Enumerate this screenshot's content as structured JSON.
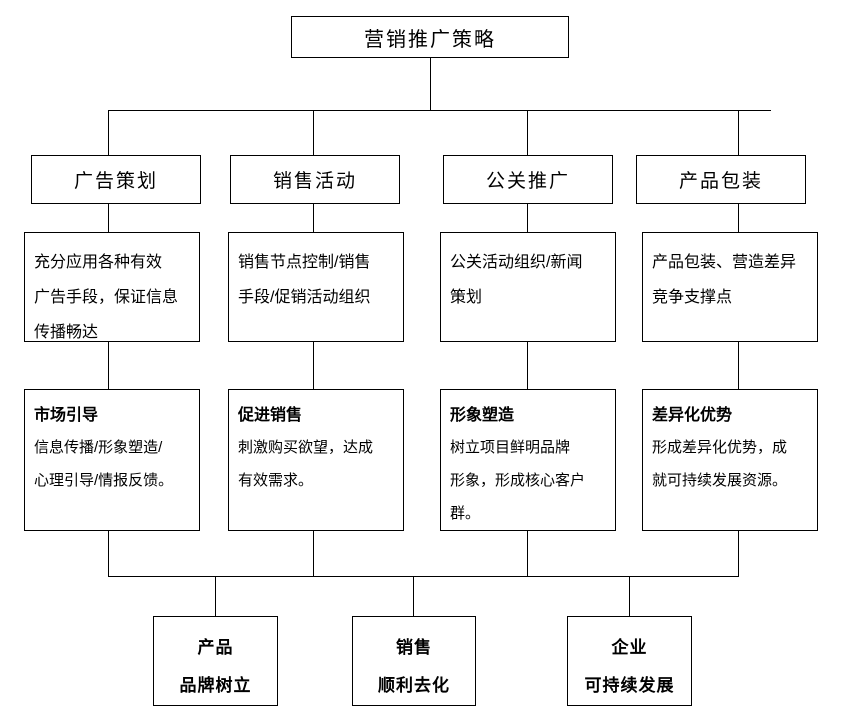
{
  "diagram": {
    "title": "营销推广策略",
    "categories": [
      {
        "label": "广告策划"
      },
      {
        "label": "销售活动"
      },
      {
        "label": "公关推广"
      },
      {
        "label": "产品包装"
      }
    ],
    "descriptions": [
      {
        "lines": [
          "充分应用各种有效",
          "广告手段，保证信息",
          "传播畅达"
        ]
      },
      {
        "lines": [
          "销售节点控制/销售",
          "手段/促销活动组织"
        ]
      },
      {
        "lines": [
          "公关活动组织/新闻",
          "策划"
        ]
      },
      {
        "lines": [
          "产品包装、营造差异",
          "竞争支撑点"
        ]
      }
    ],
    "goals": [
      {
        "heading": "市场引导",
        "lines": [
          "信息传播/形象塑造/",
          "心理引导/情报反馈。"
        ]
      },
      {
        "heading": "促进销售",
        "lines": [
          "刺激购买欲望，达成",
          "有效需求。"
        ]
      },
      {
        "heading": "形象塑造",
        "lines": [
          "树立项目鲜明品牌",
          "形象，形成核心客户",
          "群。"
        ]
      },
      {
        "heading": "差异化优势",
        "lines": [
          "形成差异化优势，成",
          "就可持续发展资源。"
        ]
      }
    ],
    "outcomes": [
      {
        "line1": "产品",
        "line2": "品牌树立"
      },
      {
        "line1": "销售",
        "line2": "顺利去化"
      },
      {
        "line1": "企业",
        "line2": "可持续发展"
      }
    ],
    "colors": {
      "line": "#000000",
      "background": "#ffffff",
      "text": "#000000"
    }
  }
}
